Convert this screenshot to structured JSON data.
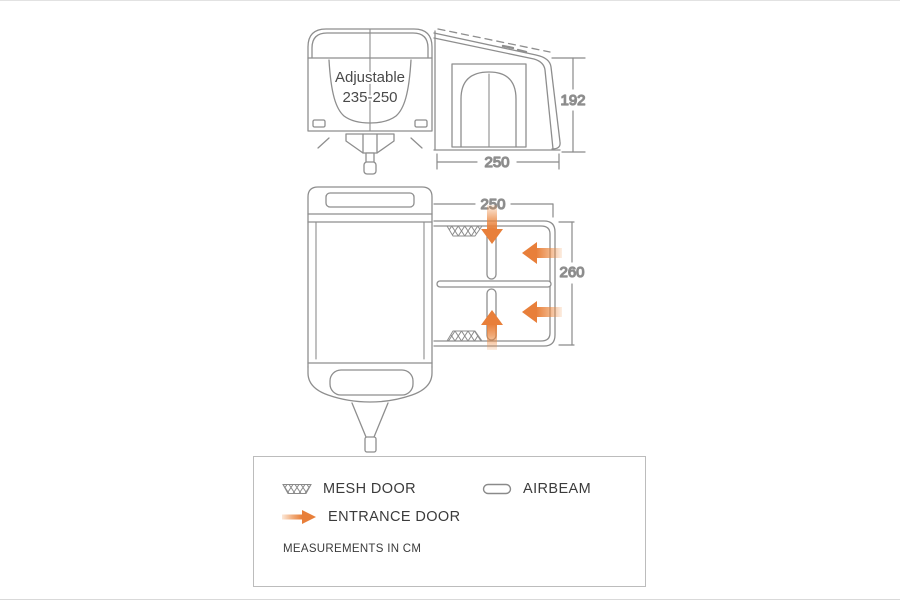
{
  "side_view": {
    "caravan_label": {
      "line1": "Adjustable",
      "line2": "235-250"
    },
    "height_dim": "192",
    "width_dim": "250"
  },
  "plan_view": {
    "width_dim": "250",
    "depth_dim": "260"
  },
  "legend": {
    "items": [
      {
        "icon": "mesh-door-icon",
        "label": "MESH DOOR"
      },
      {
        "icon": "airbeam-icon",
        "label": "AIRBEAM"
      },
      {
        "icon": "entrance-door-arrow-icon",
        "label": "ENTRANCE DOOR"
      }
    ],
    "note": "MEASUREMENTS IN CM"
  },
  "colors": {
    "line": "#8e8e8e",
    "text": "#3b3b3b",
    "arrow": "#e8803a",
    "arrow_light": "#fbe3cc"
  }
}
